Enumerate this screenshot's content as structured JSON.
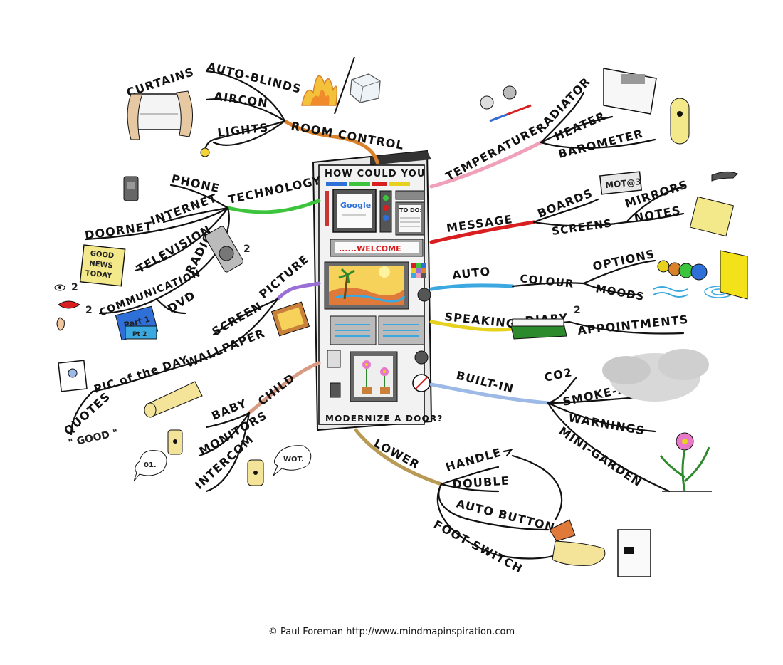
{
  "center": {
    "top": "HOW COULD YOU",
    "bottom": "MODERNIZE A DOOR?",
    "welcome": "......WELCOME",
    "google": "Google",
    "todo": "TO DO:"
  },
  "branches": {
    "room_control": {
      "label": "ROOM CONTROL",
      "children": [
        "AUTO-BLINDS",
        "CURTAINS",
        "AIRCON",
        "LIGHTS"
      ],
      "color": "#d9822b"
    },
    "technology": {
      "label": "TECHNOLOGY",
      "children": [
        "PHONE",
        "INTERNET",
        "DOORNET",
        "TELEVISION",
        "RADIO",
        "COMMUNICATION",
        "DVD"
      ],
      "color": "#3cc43c"
    },
    "picture": {
      "label": "PICTURE",
      "children": [
        "SCREEN",
        "WALLPAPER",
        "PIC of the DAY",
        "QUOTES"
      ],
      "color": "#9a70d6"
    },
    "child": {
      "label": "CHILD",
      "children": [
        "BABY",
        "MONITORS",
        "INTERCOM"
      ],
      "color": "#d89a82"
    },
    "lower": {
      "label": "LOWER",
      "children": [
        "HANDLE",
        "DOUBLE",
        "AUTO BUTTON",
        "FOOT SWITCH"
      ],
      "color": "#b89a55"
    },
    "built_in": {
      "label": "BUILT-IN",
      "children": [
        "CO2",
        "SMOKE-ALARM",
        "WARNINGS",
        "MINI-GARDEN"
      ],
      "color": "#9db9e6"
    },
    "speaking": {
      "label": "SPEAKING",
      "children": [
        "DIARY",
        "APPOINTMENTS"
      ],
      "color": "#e6d21e"
    },
    "auto": {
      "label": "AUTO",
      "children": [
        "COLOUR",
        "OPTIONS",
        "MOODS"
      ],
      "color": "#3ba8e0"
    },
    "message": {
      "label": "MESSAGE",
      "children": [
        "BOARDS",
        "SCREENS",
        "MIRRORS",
        "NOTES"
      ],
      "color": "#d81e1e"
    },
    "temperature": {
      "label": "TEMPERATURE",
      "children": [
        "RADIATOR",
        "HEATER",
        "BAROMETER"
      ],
      "color": "#f0a0b8"
    }
  },
  "decor": {
    "good_news": [
      "GOOD",
      "NEWS",
      "TODAY"
    ],
    "part1": "Part 1",
    "part2": "Pt 2",
    "good_quote": "\" GOOD \"",
    "quotes_open": "\"",
    "bubble_left": "01.",
    "bubble_right": "WOT.",
    "board_text": "MOT@3",
    "degree": "2"
  },
  "credit": "© Paul Foreman http://www.mindmapinspiration.com"
}
